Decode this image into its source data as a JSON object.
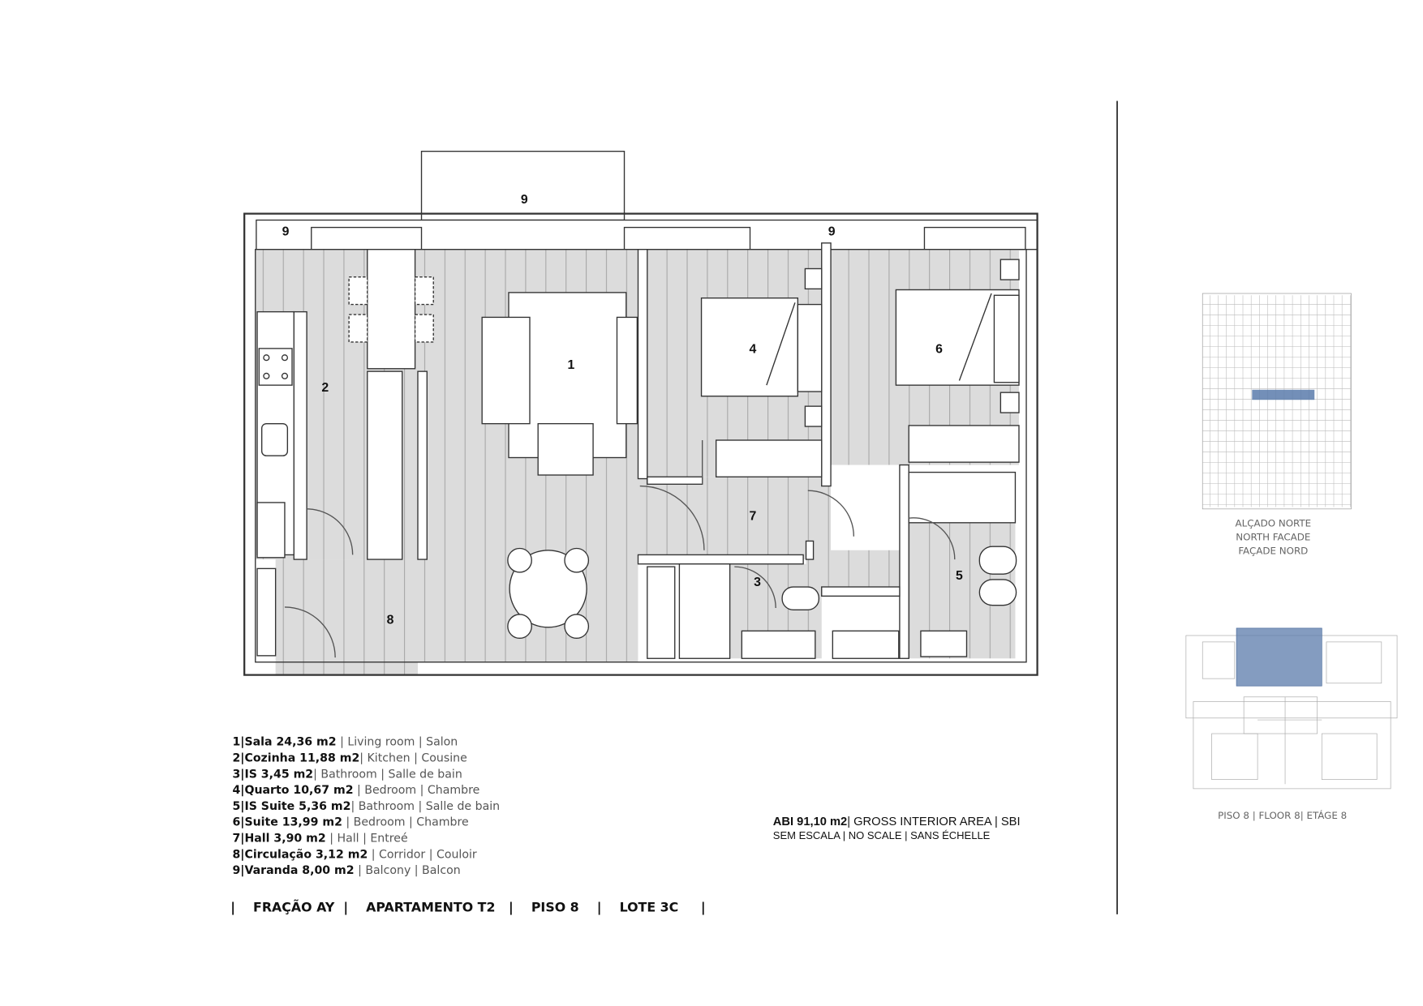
{
  "plan": {
    "room_labels": {
      "r1": "1",
      "r2": "2",
      "r3": "3",
      "r4": "4",
      "r5": "5",
      "r6": "6",
      "r7": "7",
      "r8": "8",
      "r9a": "9",
      "r9b": "9",
      "r9c": "9"
    },
    "highlight_color": "#5b7bab"
  },
  "legend": [
    {
      "bold": "1|Sala 24,36 m2",
      "light": " | Living room | Salon"
    },
    {
      "bold": "2|Cozinha 11,88 m2",
      "light": "| Kitchen | Cousine"
    },
    {
      "bold": "3|IS 3,45 m2",
      "light": "| Bathroom | Salle de bain"
    },
    {
      "bold": "4|Quarto 10,67 m2",
      "light": " | Bedroom | Chambre"
    },
    {
      "bold": "5|IS Suite 5,36 m2",
      "light": "| Bathroom | Salle de bain"
    },
    {
      "bold": "6|Suite 13,99 m2",
      "light": " | Bedroom | Chambre"
    },
    {
      "bold": "7|Hall 3,90 m2",
      "light": " | Hall | Entreé"
    },
    {
      "bold": "8|Circulação 3,12 m2",
      "light": " | Corridor | Couloir"
    },
    {
      "bold": "9|Varanda 8,00 m2",
      "light": " | Balcony | Balcon"
    }
  ],
  "footer": "|    FRAÇÃO AY  |    APARTAMENTO T2   |    PISO 8    |    LOTE 3C     |",
  "area": {
    "bold": "ABI 91,10 m2",
    "rest": "| GROSS INTERIOR AREA | SBI",
    "scale": "SEM ESCALA | NO SCALE | SANS ÉCHELLE"
  },
  "elevation": {
    "captions": [
      "ALÇADO NORTE",
      "NORTH FACADE",
      "FAÇADE NORD"
    ]
  },
  "floor_key": {
    "caption": "PISO 8 | FLOOR 8| ETÁGE 8"
  }
}
